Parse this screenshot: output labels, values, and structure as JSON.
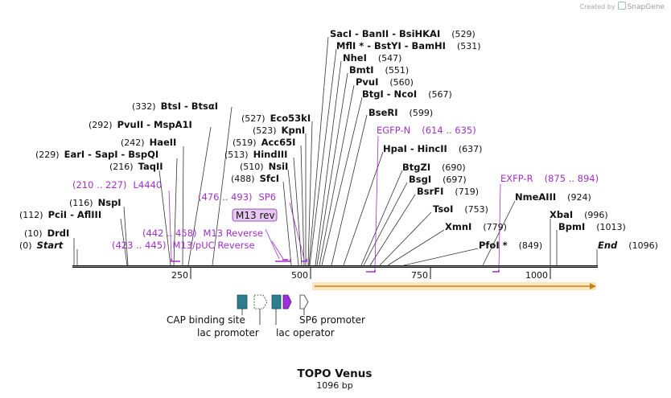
{
  "credit": {
    "prefix": "Created by",
    "brand": "SnapGene"
  },
  "title": "TOPO Venus",
  "length_label": "1096 bp",
  "colors": {
    "primer": "#a030c8",
    "feature_teal": "#2e7d8e",
    "feature_purple": "#9b30d9",
    "orf": "#f5b041",
    "backbone": "#111111"
  },
  "ticks": [
    "250",
    "500",
    "750",
    "1000"
  ],
  "sites": [
    {
      "name": "Start",
      "pos": "(0)"
    },
    {
      "name": "DrdI",
      "pos": "(10)"
    },
    {
      "name": "PciI - AflIII",
      "pos": "(112)"
    },
    {
      "name": "NspI",
      "pos": "(116)"
    },
    {
      "name": "TaqII",
      "pos": "(216)"
    },
    {
      "name": "EarI - SapI - BspQI",
      "pos": "(229)"
    },
    {
      "name": "HaeII",
      "pos": "(242)"
    },
    {
      "name": "PvuII - MspA1I",
      "pos": "(292)"
    },
    {
      "name": "BtsI - BtsαI",
      "pos": "(332)"
    },
    {
      "name": "SfcI",
      "pos": "(488)"
    },
    {
      "name": "NsiI",
      "pos": "(510)"
    },
    {
      "name": "HindIII",
      "pos": "(513)"
    },
    {
      "name": "Acc65I",
      "pos": "(519)"
    },
    {
      "name": "KpnI",
      "pos": "(523)"
    },
    {
      "name": "Eco53kI",
      "pos": "(527)"
    },
    {
      "name": "SacI - BanII - BsiHKAI",
      "pos": "(529)"
    },
    {
      "name": "MflI * - BstYI - BamHI",
      "pos": "(531)"
    },
    {
      "name": "NheI",
      "pos": "(547)"
    },
    {
      "name": "BmtI",
      "pos": "(551)"
    },
    {
      "name": "PvuI",
      "pos": "(560)"
    },
    {
      "name": "BtgI - NcoI",
      "pos": "(567)"
    },
    {
      "name": "BseRI",
      "pos": "(599)"
    },
    {
      "name": "HpaI - HincII",
      "pos": "(637)"
    },
    {
      "name": "BtgZI",
      "pos": "(690)"
    },
    {
      "name": "BsgI",
      "pos": "(697)"
    },
    {
      "name": "BsrFI",
      "pos": "(719)"
    },
    {
      "name": "TsoI",
      "pos": "(753)"
    },
    {
      "name": "XmnI",
      "pos": "(779)"
    },
    {
      "name": "PfoI *",
      "pos": "(849)"
    },
    {
      "name": "NmeAIII",
      "pos": "(924)"
    },
    {
      "name": "XbaI",
      "pos": "(996)"
    },
    {
      "name": "BpmI",
      "pos": "(1013)"
    },
    {
      "name": "End",
      "pos": "(1096)"
    }
  ],
  "primers": [
    {
      "name": "L4440",
      "range": "(210 .. 227)"
    },
    {
      "name": "M13/pUC Reverse",
      "range": "(423 .. 445)"
    },
    {
      "name": "M13 Reverse",
      "range": "(442 .. 458)"
    },
    {
      "name": "M13 rev",
      "range": ""
    },
    {
      "name": "SP6",
      "range": "(476 .. 493)"
    },
    {
      "name": "EGFP-N",
      "range": "(614 .. 635)"
    },
    {
      "name": "EXFP-R",
      "range": "(875 .. 894)"
    }
  ],
  "features": [
    {
      "name": "CAP binding site"
    },
    {
      "name": "lac promoter"
    },
    {
      "name": "lac operator"
    },
    {
      "name": "SP6 promoter"
    }
  ]
}
